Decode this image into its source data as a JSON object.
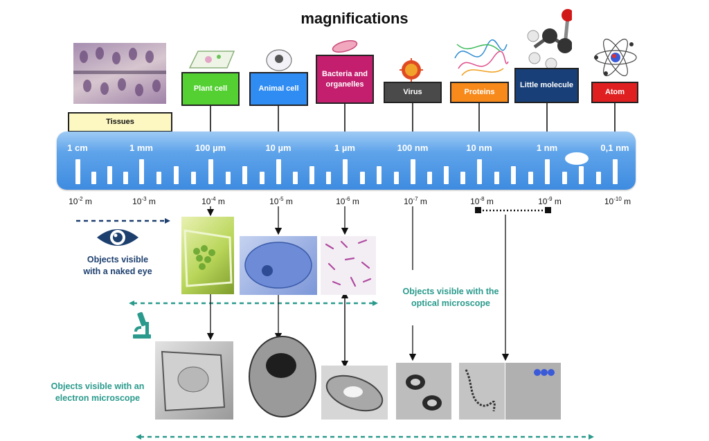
{
  "title": "magnifications",
  "categories": {
    "tissues": "Tissues",
    "plant_cell": "Plant cell",
    "animal_cell": "Animal cell",
    "bacteria": "Bacteria and organelles",
    "virus": "Virus",
    "proteins": "Proteins",
    "little_molecule": "Little molecule",
    "atom": "Atom"
  },
  "ruler_labels": [
    "1 cm",
    "1 mm",
    "100 µm",
    "10 µm",
    "1 µm",
    "100 nm",
    "10 nm",
    "1 nm",
    "0,1 nm"
  ],
  "meters": {
    "base": "10",
    "unit": "m",
    "exponents": [
      "-2",
      "-3",
      "-4",
      "-5",
      "-6",
      "-7",
      "-8",
      "-9",
      "-10"
    ]
  },
  "labels": {
    "naked_eye": "Objects visible with a naked eye",
    "optical": "Objects visible with the optical microscope",
    "electron": "Objects visible with an electron microscope"
  },
  "colors": {
    "ruler": "#3e8be0",
    "naked_eye": "#1c3f6e",
    "microscope": "#2a9a8c",
    "tissues": "#fdf8c2",
    "plant_cell": "#54d033",
    "animal_cell": "#2f8cf2",
    "bacteria": "#c41f6f",
    "virus": "#4a4a4a",
    "proteins": "#f78a1b",
    "little_molecule": "#183f78",
    "atom": "#e02020"
  },
  "icons": [
    "eye-icon",
    "microscope-icon"
  ]
}
